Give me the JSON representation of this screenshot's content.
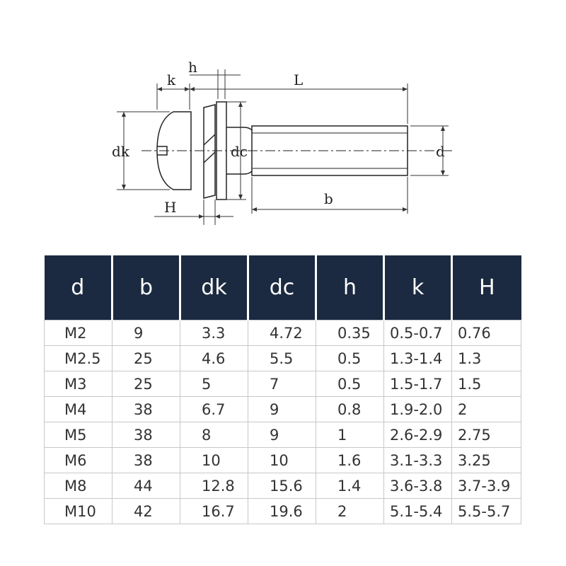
{
  "drawing": {
    "labels": {
      "k": "k",
      "h": "h",
      "L": "L",
      "dk": "dk",
      "dc": "dc",
      "d": "d",
      "H": "H",
      "b": "b"
    }
  },
  "table": {
    "headers": [
      "d",
      "b",
      "dk",
      "dc",
      "h",
      "k",
      "H"
    ],
    "rows": [
      [
        "M2",
        "9",
        "3.3",
        "4.72",
        "0.35",
        "0.5-0.7",
        "0.76"
      ],
      [
        "M2.5",
        "25",
        "4.6",
        "5.5",
        "0.5",
        "1.3-1.4",
        "1.3"
      ],
      [
        "M3",
        "25",
        "5",
        "7",
        "0.5",
        "1.5-1.7",
        "1.5"
      ],
      [
        "M4",
        "38",
        "6.7",
        "9",
        "0.8",
        "1.9-2.0",
        "2"
      ],
      [
        "M5",
        "38",
        "8",
        "9",
        "1",
        "2.6-2.9",
        "2.75"
      ],
      [
        "M6",
        "38",
        "10",
        "10",
        "1.6",
        "3.1-3.3",
        "3.25"
      ],
      [
        "M8",
        "44",
        "12.8",
        "15.6",
        "1.4",
        "3.6-3.8",
        "3.7-3.9"
      ],
      [
        "M10",
        "42",
        "16.7",
        "19.6",
        "2",
        "5.1-5.4",
        "5.5-5.7"
      ]
    ]
  }
}
